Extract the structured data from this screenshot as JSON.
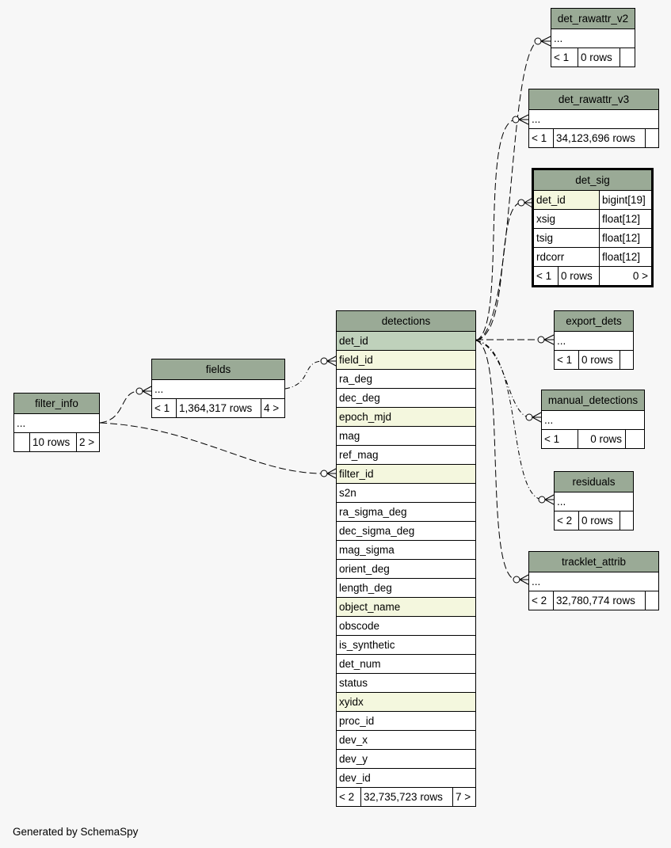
{
  "tables": {
    "det_rawattr_v2": {
      "title": "det_rawattr_v2",
      "body": "...",
      "footer": [
        "< 1",
        "0 rows",
        ""
      ]
    },
    "det_rawattr_v3": {
      "title": "det_rawattr_v3",
      "body": "...",
      "footer": [
        "< 1",
        "34,123,696 rows",
        ""
      ]
    },
    "det_sig": {
      "title": "det_sig",
      "columns": [
        {
          "name": "det_id",
          "type": "bigint[19]"
        },
        {
          "name": "xsig",
          "type": "float[12]"
        },
        {
          "name": "tsig",
          "type": "float[12]"
        },
        {
          "name": "rdcorr",
          "type": "float[12]"
        }
      ],
      "footer": [
        "< 1",
        "0 rows",
        "0 >"
      ]
    },
    "export_dets": {
      "title": "export_dets",
      "body": "...",
      "footer": [
        "< 1",
        "0 rows",
        ""
      ]
    },
    "manual_detections": {
      "title": "manual_detections",
      "body": "...",
      "footer": [
        "< 1",
        "0 rows",
        ""
      ]
    },
    "residuals": {
      "title": "residuals",
      "body": "...",
      "footer": [
        "< 2",
        "0 rows",
        ""
      ]
    },
    "tracklet_attrib": {
      "title": "tracklet_attrib",
      "body": "...",
      "footer": [
        "< 2",
        "32,780,774 rows",
        ""
      ]
    },
    "fields": {
      "title": "fields",
      "body": "...",
      "footer": [
        "< 1",
        "1,364,317 rows",
        "4 >"
      ]
    },
    "filter_info": {
      "title": "filter_info",
      "body": "...",
      "footer": [
        "",
        "10 rows",
        "2 >"
      ]
    },
    "detections": {
      "title": "detections",
      "columns": [
        "det_id",
        "field_id",
        "ra_deg",
        "dec_deg",
        "epoch_mjd",
        "mag",
        "ref_mag",
        "filter_id",
        "s2n",
        "ra_sigma_deg",
        "dec_sigma_deg",
        "mag_sigma",
        "orient_deg",
        "length_deg",
        "object_name",
        "obscode",
        "is_synthetic",
        "det_num",
        "status",
        "xyidx",
        "proc_id",
        "dev_x",
        "dev_y",
        "dev_id"
      ],
      "footer": [
        "< 2",
        "32,735,723 rows",
        "7 >"
      ]
    }
  },
  "footer_text": "Generated by SchemaSpy",
  "colors": {
    "header": "#9aaa96",
    "primary_key": "#bfd1bb",
    "foreign_key": "#f4f7de",
    "background": "#f7f7f7"
  }
}
